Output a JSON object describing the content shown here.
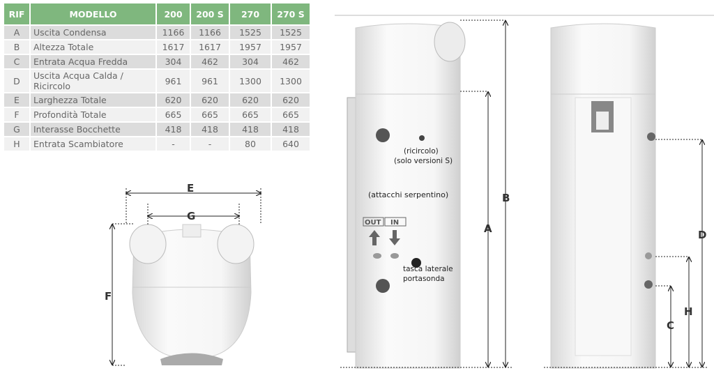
{
  "table": {
    "headers": [
      "RIF",
      "MODELLO",
      "200",
      "200 S",
      "270",
      "270 S"
    ],
    "rows": [
      [
        "A",
        "Uscita Condensa",
        "1166",
        "1166",
        "1525",
        "1525"
      ],
      [
        "B",
        "Altezza Totale",
        "1617",
        "1617",
        "1957",
        "1957"
      ],
      [
        "C",
        "Entrata Acqua Fredda",
        "304",
        "462",
        "304",
        "462"
      ],
      [
        "D",
        "Uscita Acqua Calda / Ricircolo",
        "961",
        "961",
        "1300",
        "1300"
      ],
      [
        "E",
        "Larghezza Totale",
        "620",
        "620",
        "620",
        "620"
      ],
      [
        "F",
        "Profondità Totale",
        "665",
        "665",
        "665",
        "665"
      ],
      [
        "G",
        "Interasse Bocchette",
        "418",
        "418",
        "418",
        "418"
      ],
      [
        "H",
        "Entrata Scambiatore",
        "-",
        "-",
        "80",
        "640"
      ]
    ]
  },
  "top_view": {
    "labels": {
      "E": "E",
      "G": "G",
      "F": "F"
    }
  },
  "front_view": {
    "labels": {
      "A": "A",
      "B": "B"
    },
    "notes": {
      "ricircolo": "(ricircolo)",
      "solo_s": "(solo versioni S)",
      "serpentino": "(attacchi serpentino)",
      "out": "OUT",
      "in": "IN",
      "tasca1": "tasca laterale",
      "tasca2": "portasonda"
    }
  },
  "side_view": {
    "labels": {
      "C": "C",
      "D": "D",
      "H": "H"
    }
  },
  "colors": {
    "header_green": "#7fb77e",
    "row_dark": "#dcdcdc",
    "row_light": "#f1f1f1"
  }
}
